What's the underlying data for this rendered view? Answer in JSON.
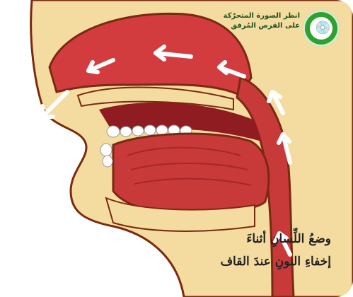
{
  "header_note": {
    "line1": "انظر الصورة المتحرّكة",
    "line2": "على القرص المُرفق",
    "icon": "disc-icon"
  },
  "caption": {
    "line1": "وضعُ اللِّسانِ أثناءَ",
    "line2": "إخفاءِ النونِ عندَ القاف"
  },
  "colors": {
    "muscle": "#c8393a",
    "muscle_dark": "#8f1c20",
    "skin": "#f5dfa5",
    "skin_outline": "#7a2a10",
    "arrow": "#ffffff",
    "badge": "#2fa12f"
  }
}
